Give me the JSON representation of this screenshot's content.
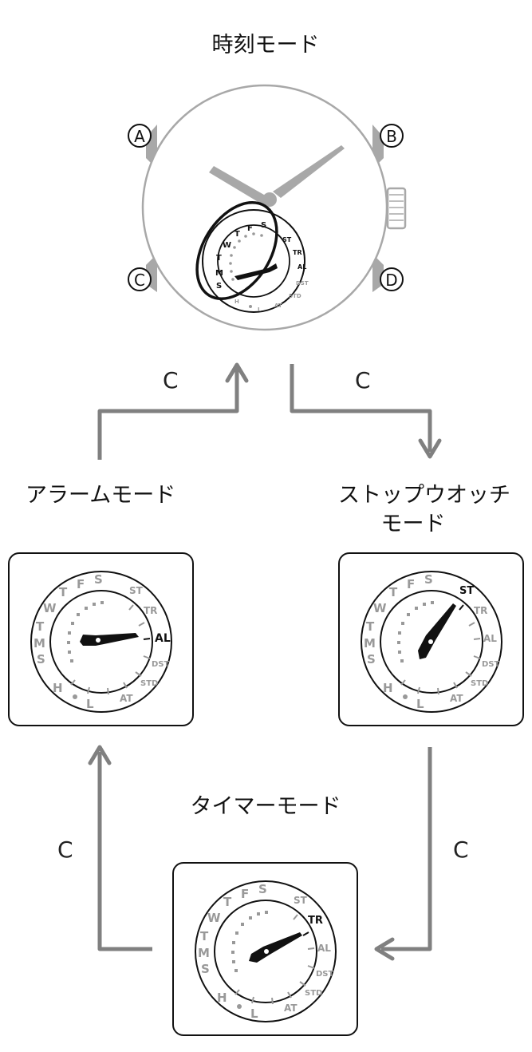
{
  "modes": {
    "timekeeping": "時刻モード",
    "alarm": "アラームモード",
    "stopwatch_line1": "ストップウオッチ",
    "stopwatch_line2": "モード",
    "timer": "タイマーモード"
  },
  "buttons": {
    "a": "A",
    "b": "B",
    "c": "C",
    "d": "D"
  },
  "arrow_label": "C",
  "dial": {
    "days": [
      "S",
      "M",
      "T",
      "W",
      "T",
      "F",
      "S"
    ],
    "ring": [
      "ST",
      "TR",
      "AL",
      "DST",
      "STD",
      "AT"
    ],
    "bottom": [
      "H",
      "L"
    ]
  },
  "colors": {
    "outline": "#111111",
    "grey": "#999999",
    "arrow": "#808080"
  }
}
